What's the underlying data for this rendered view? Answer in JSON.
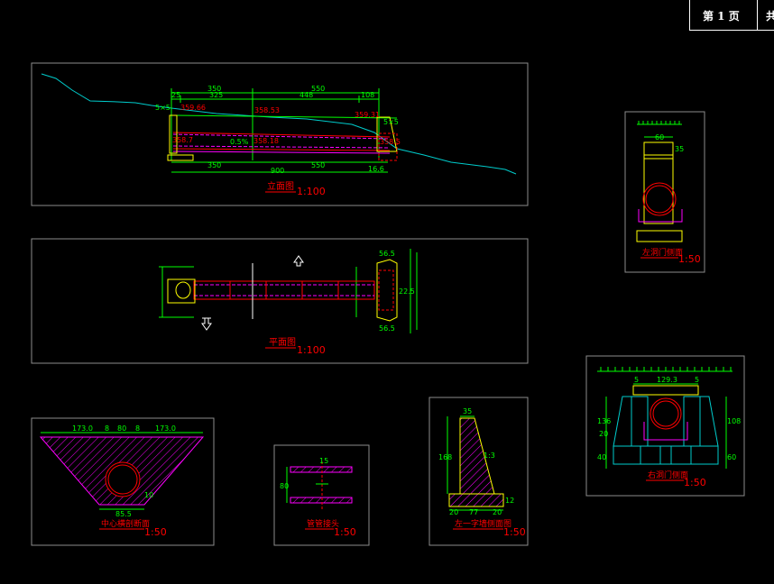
{
  "page_header": {
    "page_label": "第 1 页",
    "total_label": "共"
  },
  "colors": {
    "background": "#000000",
    "frame": "#8c8c8c",
    "outline": "#ffffff",
    "dimension": "#00ff00",
    "elevation": "#ff0000",
    "ground": "#00cccc",
    "structure": "#ffff00",
    "culvert": "#ff00ff",
    "title": "#ff0000"
  },
  "views": {
    "elevation": {
      "title": "立面图",
      "scale": "1:100",
      "dims": {
        "top_350": "350",
        "top_550": "550",
        "top_25": "25",
        "top_325": "325",
        "top_448": "448",
        "top_108": "108",
        "left_5x5": "5×5",
        "right_5x5": "5×5",
        "bot_350": "350",
        "bot_550": "550",
        "bot_900": "900",
        "bot_16": "16.6",
        "slope": "0.5%"
      },
      "elev": {
        "e1": "359.66",
        "e2": "358.53",
        "e3": "359.31",
        "e4": "358.7",
        "e5": "358.18",
        "e6": "358.5"
      }
    },
    "plan": {
      "title": "平面图",
      "scale": "1:100",
      "dims": {
        "w1": "56.5",
        "w2": "56.5",
        "mid": "22.5"
      }
    },
    "left_portal": {
      "title": "左洞门侧面",
      "scale": "1:50",
      "dims": {
        "top": "60",
        "side": "35"
      }
    },
    "right_portal": {
      "title": "右洞门侧面",
      "scale": "1:50",
      "dims": {
        "top": "129.3",
        "l1": "5",
        "r1": "5",
        "h1": "136",
        "h2": "108",
        "h3": "20",
        "h4": "40",
        "h5": "60"
      }
    },
    "center_section": {
      "title": "中心横剖断面",
      "scale": "1:50",
      "dims": {
        "d1": "173.0",
        "d2": "8",
        "d3": "80",
        "d4": "8",
        "d5": "173.0",
        "b1": "85.5",
        "h1": "10"
      }
    },
    "pipe_joint": {
      "title": "管管接头",
      "scale": "1:50",
      "dims": {
        "top": "15",
        "side": "80"
      }
    },
    "wingwall": {
      "title": "左一字墙侧面图",
      "scale": "1:50",
      "dims": {
        "top": "35",
        "h": "168",
        "b1": "20",
        "b2": "77",
        "b3": "20",
        "t1": "12",
        "s1": "1:3"
      }
    }
  }
}
